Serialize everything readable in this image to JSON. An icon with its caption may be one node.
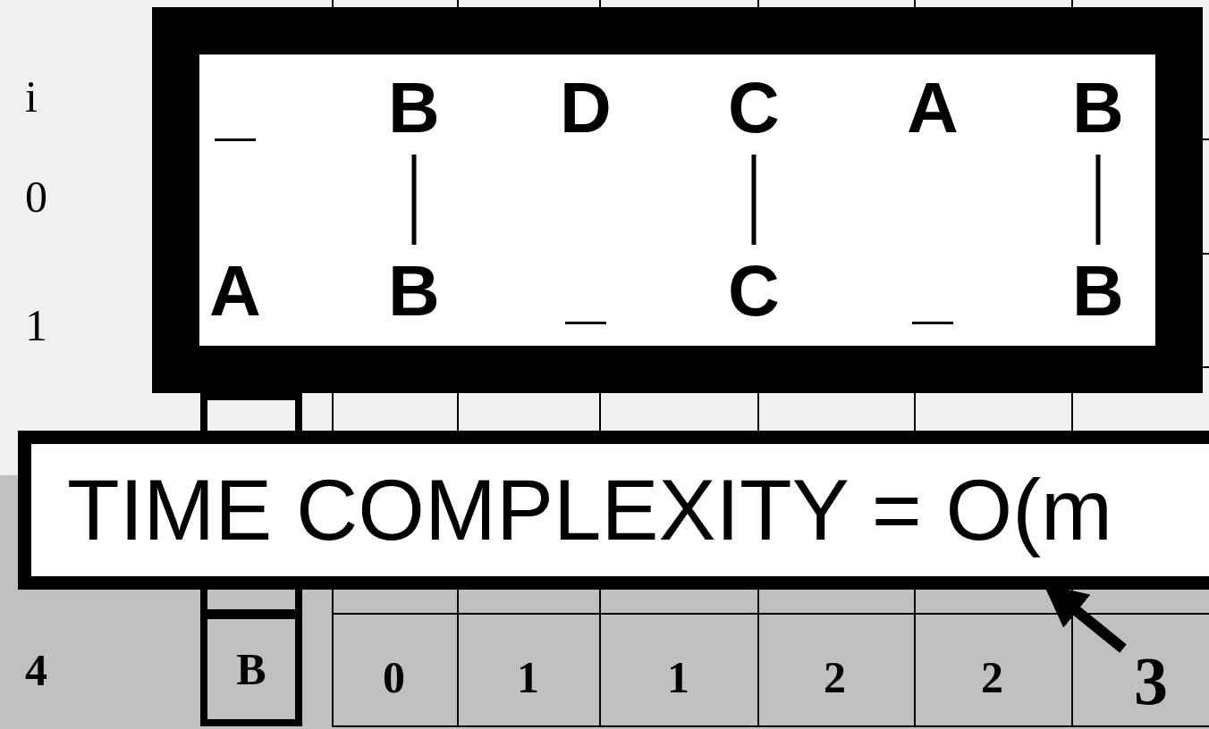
{
  "diagram": {
    "nodes": [
      {
        "text": [],
        "shape": "box"
      },
      {
        "text": [
          "_"
        ],
        "in": 0
      },
      {
        "text": [
          "B"
        ],
        "in": 0
      },
      {
        "text": [
          "D"
        ],
        "in": 0
      },
      {
        "text": [
          "C"
        ],
        "in": 0
      },
      {
        "text": [
          "A"
        ],
        "in": 0
      },
      {
        "text": [
          "B"
        ],
        "in": 0
      },
      {
        "text": [
          "A"
        ],
        "in": 0
      },
      {
        "text": [
          "B"
        ],
        "in": 0
      },
      {
        "text": [
          "_"
        ],
        "in": 0
      },
      {
        "text": [
          "C"
        ],
        "in": 0
      },
      {
        "text": [
          "_"
        ],
        "in": 0
      },
      {
        "text": [
          "B"
        ],
        "in": 0
      },
      {
        "text": [
          "TIME COMPLEXITY = O(m"
        ]
      },
      {
        "text": [
          "3"
        ]
      },
      {
        "text": [
          "B"
        ]
      }
    ],
    "edges": [
      {
        "from": 2,
        "to": 8,
        "arrow": "none"
      },
      {
        "from": 4,
        "to": 10,
        "arrow": "none"
      },
      {
        "from": 6,
        "to": 12,
        "arrow": "none"
      },
      {
        "from": 14,
        "to": 13,
        "arrow": "to",
        "style": "thick"
      }
    ],
    "labels": [
      "i",
      "0",
      "1",
      "4",
      "0",
      "1",
      "1",
      "2",
      "2"
    ]
  }
}
